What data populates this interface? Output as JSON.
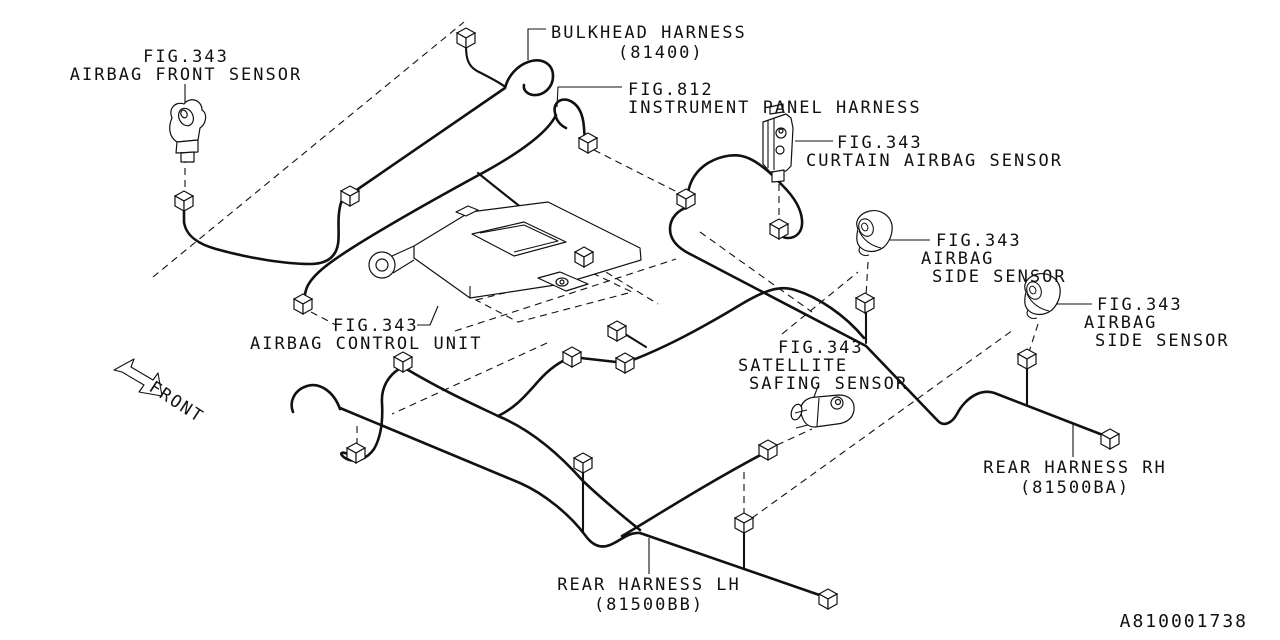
{
  "diagram": {
    "id": "A810001738",
    "front_indicator": "FRONT",
    "colors": {
      "line": "#111111",
      "background": "#ffffff"
    },
    "labels": {
      "airbag_front_sensor": {
        "fig": "FIG.343",
        "name": "AIRBAG FRONT SENSOR"
      },
      "bulkhead_harness": {
        "name": "BULKHEAD HARNESS",
        "part": "(81400)"
      },
      "instrument_panel_harness": {
        "fig": "FIG.812",
        "name": "INSTRUMENT PANEL HARNESS"
      },
      "curtain_airbag_sensor": {
        "fig": "FIG.343",
        "name": "CURTAIN AIRBAG SENSOR"
      },
      "airbag_side_sensor_1": {
        "fig": "FIG.343",
        "name_line1": "AIRBAG",
        "name_line2": "SIDE SENSOR"
      },
      "airbag_side_sensor_2": {
        "fig": "FIG.343",
        "name_line1": "AIRBAG",
        "name_line2": "SIDE SENSOR"
      },
      "satellite_safing_sensor": {
        "fig": "FIG.343",
        "name_line1": "SATELLITE",
        "name_line2": "SAFING SENSOR"
      },
      "airbag_control_unit": {
        "fig": "FIG.343",
        "name": "AIRBAG CONTROL UNIT"
      },
      "rear_harness_lh": {
        "name": "REAR HARNESS LH",
        "part": "(81500BB)"
      },
      "rear_harness_rh": {
        "name": "REAR HARNESS RH",
        "part": "(81500BA)"
      }
    }
  }
}
